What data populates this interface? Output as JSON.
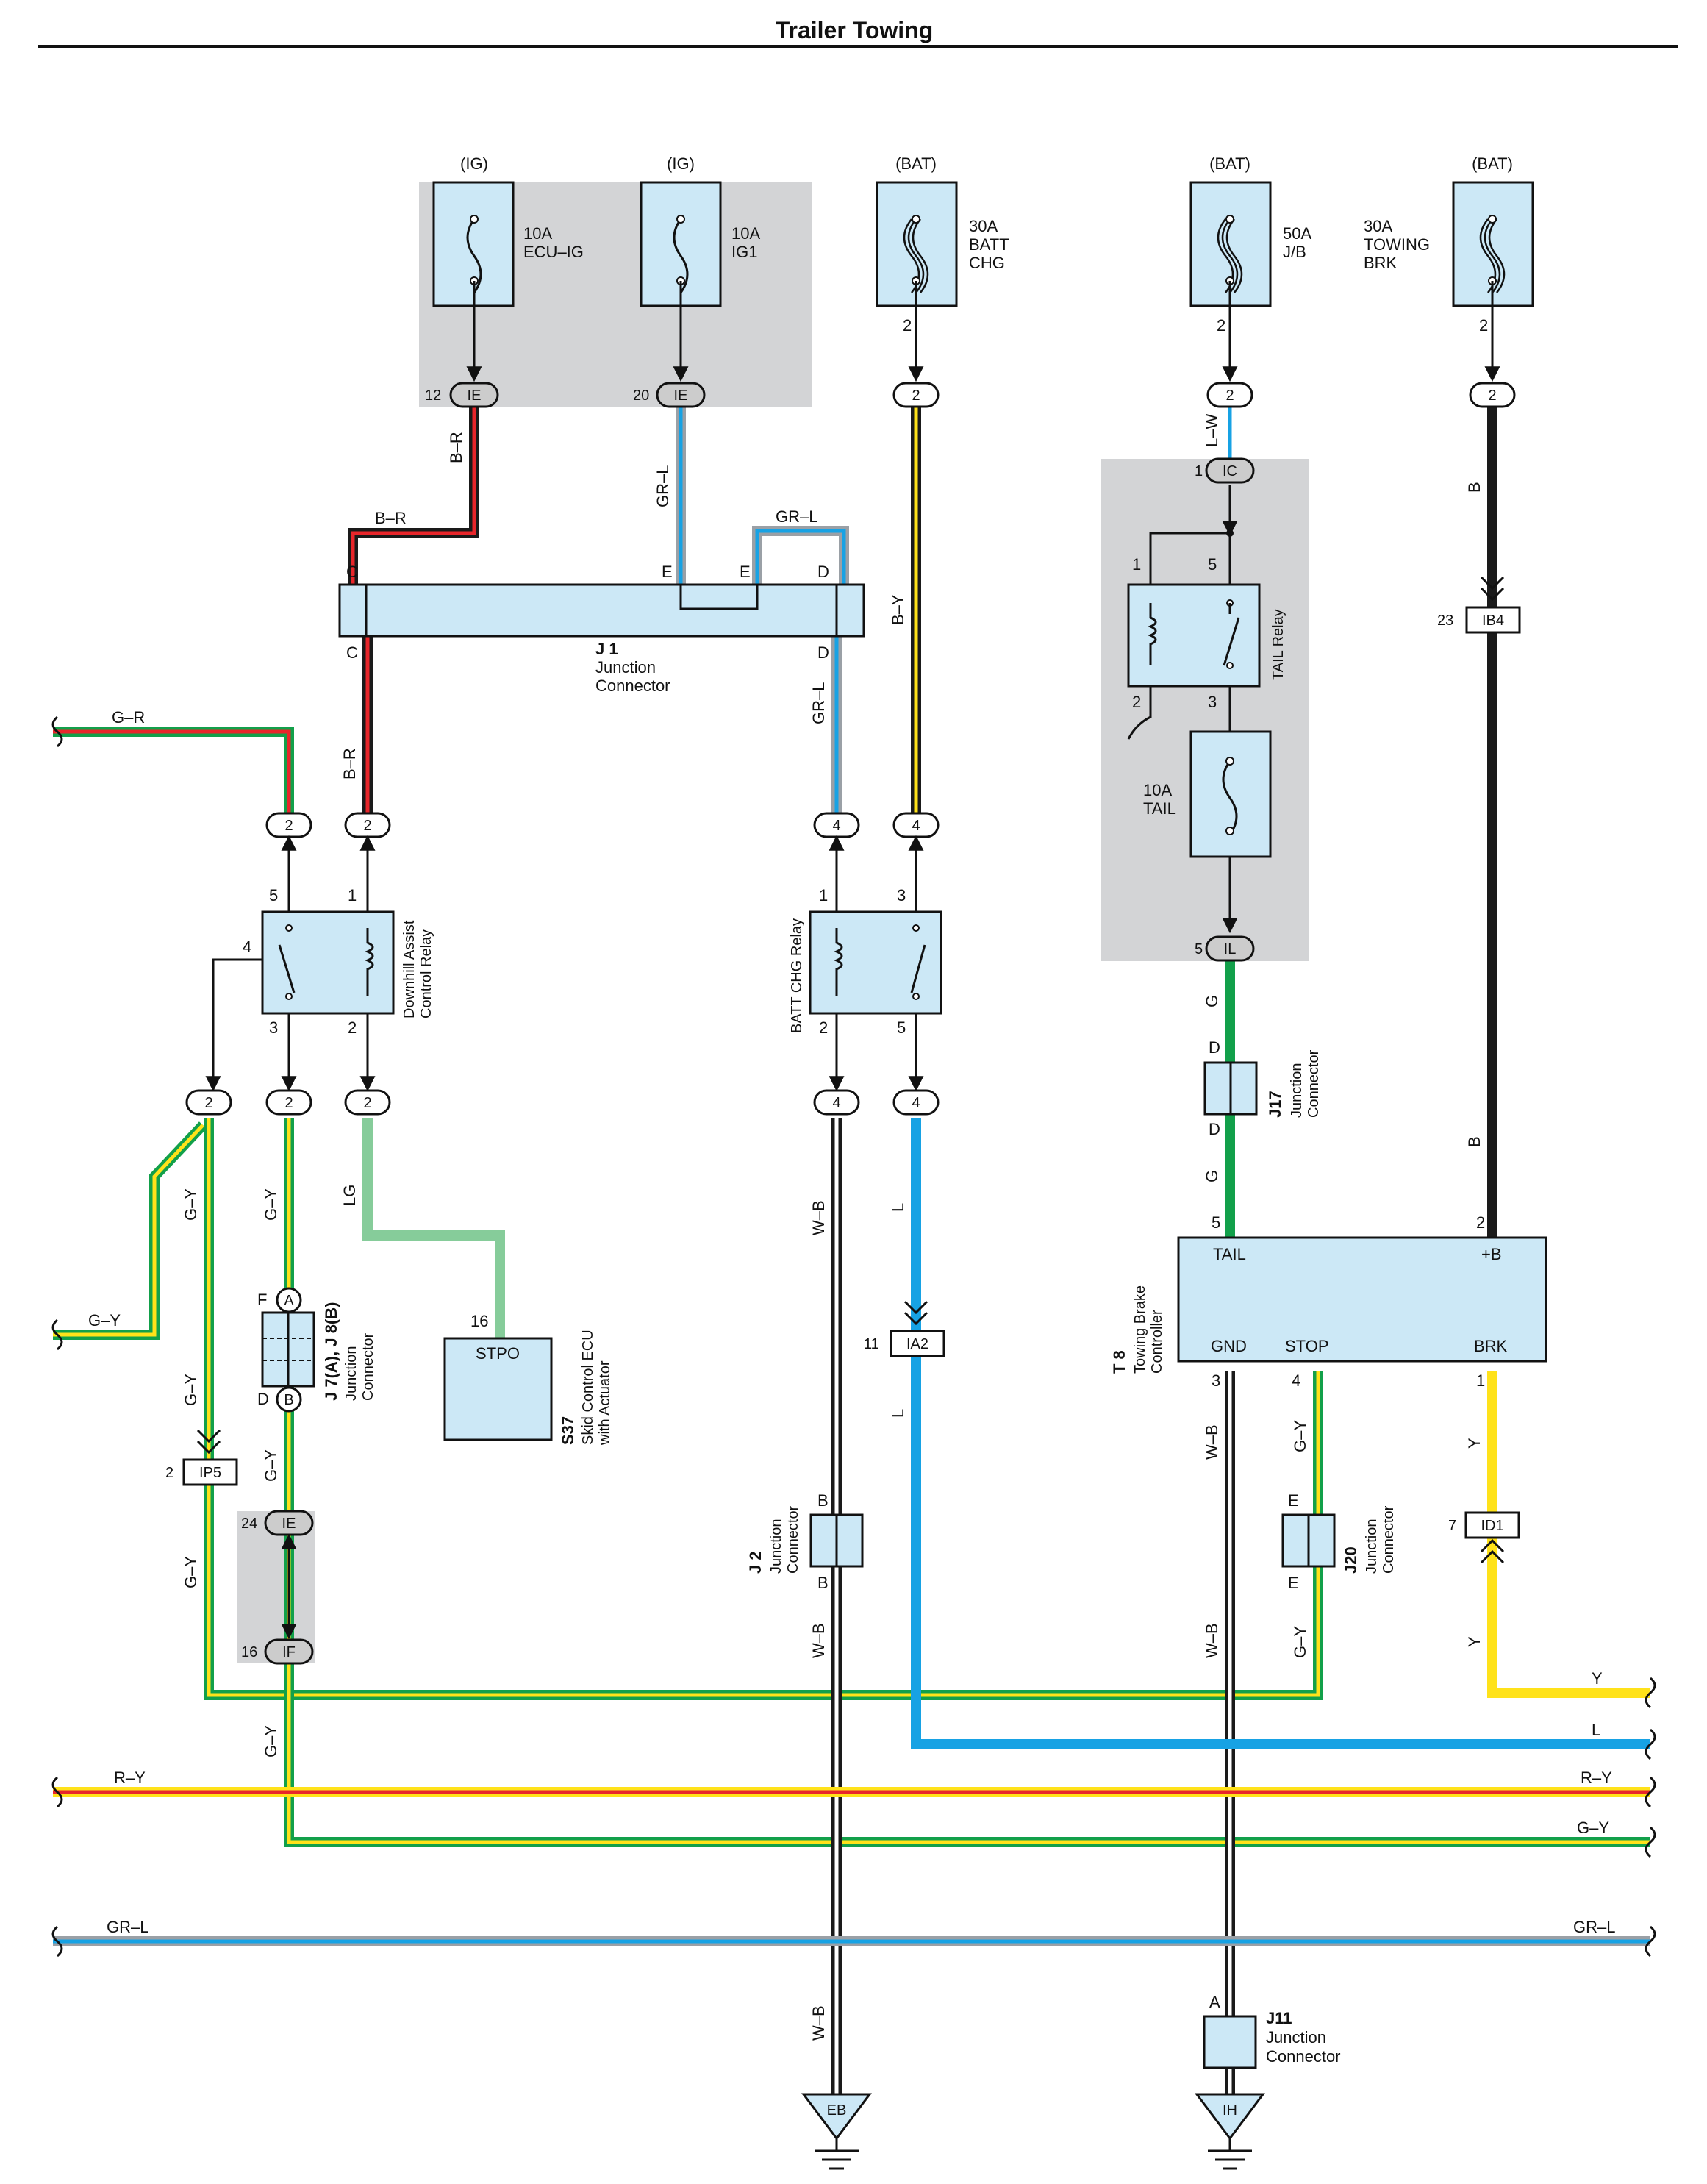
{
  "page": {
    "title": "Trailer Towing"
  },
  "fuses": {
    "ecu_ig": {
      "source": "(IG)",
      "rating": "10A",
      "name": "ECU–IG"
    },
    "ig1": {
      "source": "(IG)",
      "rating": "10A",
      "name": "IG1"
    },
    "batt_chg": {
      "source": "(BAT)",
      "rating": "30A",
      "name1": "BATT",
      "name2": "CHG",
      "pin": "2"
    },
    "jb": {
      "source": "(BAT)",
      "rating": "50A",
      "name": "J/B",
      "pin": "2"
    },
    "towing_brk": {
      "source": "(BAT)",
      "rating": "30A",
      "name1": "TOWING",
      "name2": "BRK",
      "pin": "2"
    },
    "tail": {
      "rating": "10A",
      "name": "TAIL"
    }
  },
  "connectors": {
    "ie12": {
      "pin": "12",
      "name": "IE"
    },
    "ie20": {
      "pin": "20",
      "name": "IE"
    },
    "c2_batt": "2",
    "c2_jb": "2",
    "c2_towing": "2",
    "ic1": {
      "pin": "1",
      "name": "IC"
    },
    "ib4_23": {
      "pin": "23",
      "name": "IB4"
    },
    "il5": {
      "pin": "5",
      "name": "IL"
    },
    "c2_gr": "2",
    "c2_br": "2",
    "c4_grl": "4",
    "c4_by": "4",
    "c2_gy_left": "2",
    "c2_gy_mid": "2",
    "c2_lg": "2",
    "c4_wb": "4",
    "c4_l": "4",
    "ia2_11": {
      "pin": "11",
      "name": "IA2"
    },
    "ip5_2": {
      "pin": "2",
      "name": "IP5"
    },
    "ie24": {
      "pin": "24",
      "name": "IE"
    },
    "if16": {
      "pin": "16",
      "name": "IF"
    },
    "id1_7": {
      "pin": "7",
      "name": "ID1"
    },
    "j7_a": "A",
    "j7_b": "B"
  },
  "wires": {
    "b_r": "B–R",
    "gr_l": "GR–L",
    "b_y": "B–Y",
    "l_w": "L–W",
    "b": "B",
    "g_r": "G–R",
    "g_y": "G–Y",
    "lg": "LG",
    "w_b": "W–B",
    "l": "L",
    "g": "G",
    "y": "Y",
    "r_y": "R–Y"
  },
  "components": {
    "j1": {
      "id": "J 1",
      "name1": "Junction",
      "name2": "Connector",
      "pins": [
        "C",
        "E",
        "E",
        "D",
        "C",
        "D"
      ]
    },
    "tail_relay": {
      "name": "TAIL Relay",
      "pins": [
        "1",
        "5",
        "2",
        "3"
      ]
    },
    "downhill_relay": {
      "name1": "Downhill Assist",
      "name2": "Control Relay",
      "pins": [
        "5",
        "1",
        "4",
        "3",
        "2"
      ]
    },
    "batt_chg_relay": {
      "name": "BATT CHG Relay",
      "pins": [
        "1",
        "3",
        "2",
        "5"
      ]
    },
    "j17": {
      "id": "J17",
      "name1": "Junction",
      "name2": "Connector",
      "pins": [
        "D",
        "D"
      ]
    },
    "t8": {
      "id": "T 8",
      "name1": "Towing Brake",
      "name2": "Controller",
      "terminals": [
        "TAIL",
        "+B",
        "GND",
        "STOP",
        "BRK"
      ],
      "pins": [
        "5",
        "2",
        "3",
        "4",
        "1"
      ]
    },
    "s37": {
      "id": "S37",
      "name1": "Skid Control ECU",
      "name2": "with Actuator",
      "terminal": "STPO",
      "pin": "16"
    },
    "j7j8": {
      "id": "J 7(A), J 8(B)",
      "name1": "Junction",
      "name2": "Connector",
      "pins": [
        "F",
        "D"
      ]
    },
    "j2": {
      "id": "J 2",
      "name1": "Junction",
      "name2": "Connector",
      "pins": [
        "B",
        "B"
      ]
    },
    "j20": {
      "id": "J20",
      "name1": "Junction",
      "name2": "Connector",
      "pins": [
        "E",
        "E"
      ]
    },
    "j11": {
      "id": "J11",
      "name1": "Junction",
      "name2": "Connector",
      "pin": "A"
    }
  },
  "grounds": {
    "eb": "EB",
    "ih": "IH"
  },
  "colors": {
    "box_fill": "#cce8f6",
    "shade": "#d3d4d6",
    "red": "#e8262b",
    "green": "#12a04a",
    "yellow": "#ffe21a",
    "blue": "#17a2e4",
    "gray": "#9aa0a6",
    "lg": "#86cc9a",
    "black": "#1a1a1a"
  }
}
